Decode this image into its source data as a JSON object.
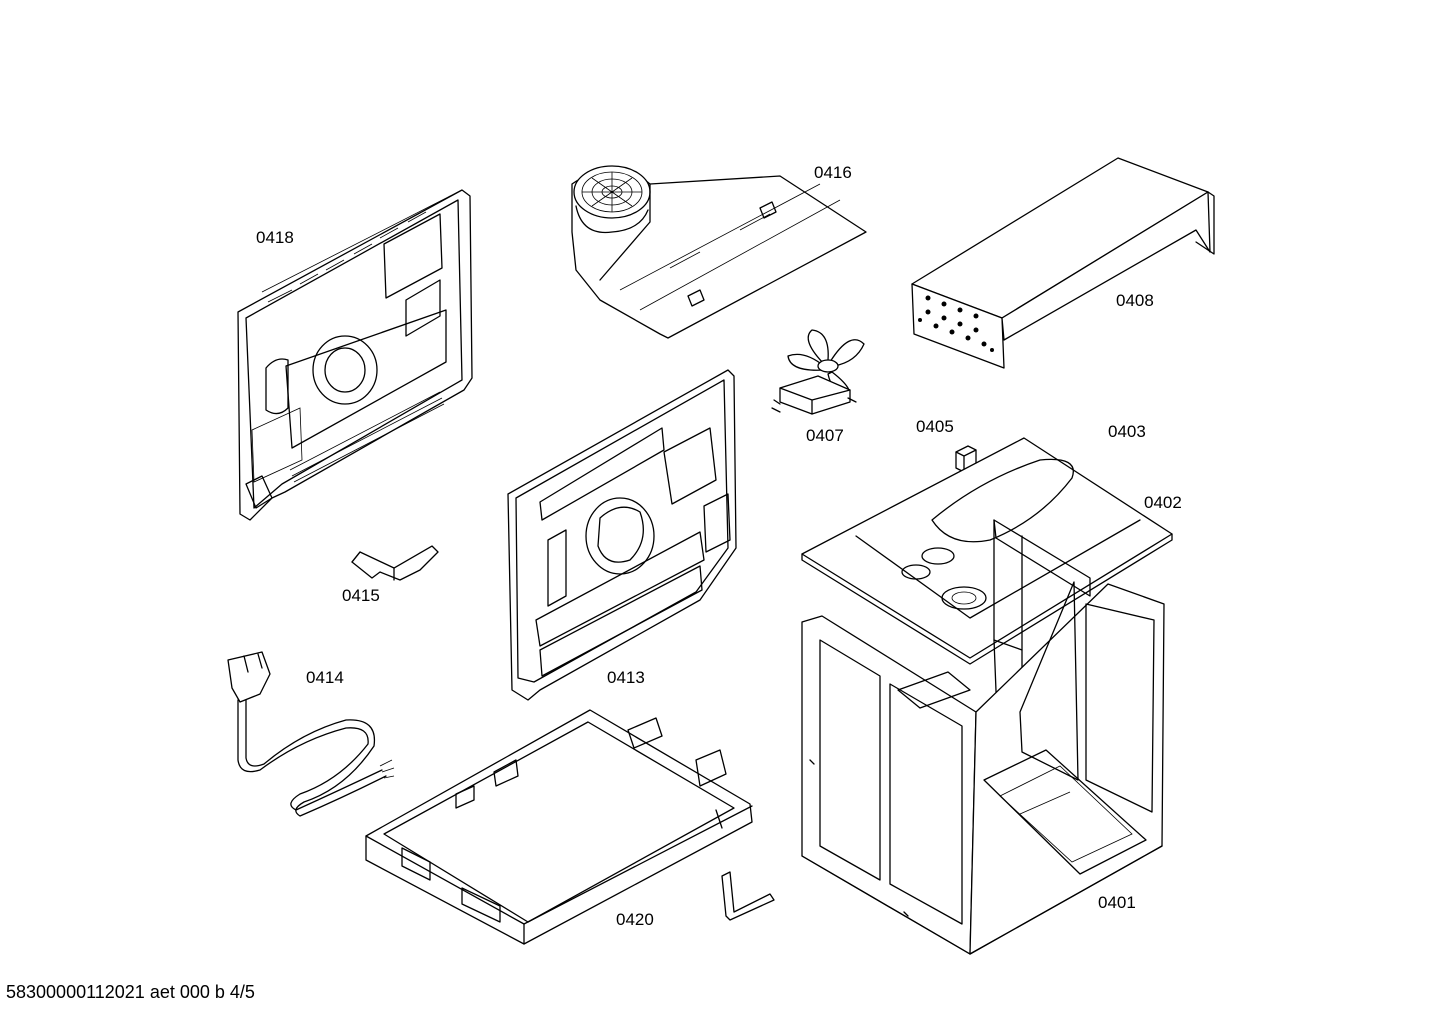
{
  "parts": [
    {
      "id": "0418",
      "label": "0418"
    },
    {
      "id": "0416",
      "label": "0416"
    },
    {
      "id": "0408",
      "label": "0408"
    },
    {
      "id": "0407",
      "label": "0407"
    },
    {
      "id": "0405",
      "label": "0405"
    },
    {
      "id": "0403",
      "label": "0403"
    },
    {
      "id": "0402",
      "label": "0402"
    },
    {
      "id": "0415",
      "label": "0415"
    },
    {
      "id": "0414",
      "label": "0414"
    },
    {
      "id": "0413",
      "label": "0413"
    },
    {
      "id": "0420",
      "label": "0420"
    },
    {
      "id": "0401",
      "label": "0401"
    }
  ],
  "footer": "58300000112021 aet 000 b 4/5"
}
